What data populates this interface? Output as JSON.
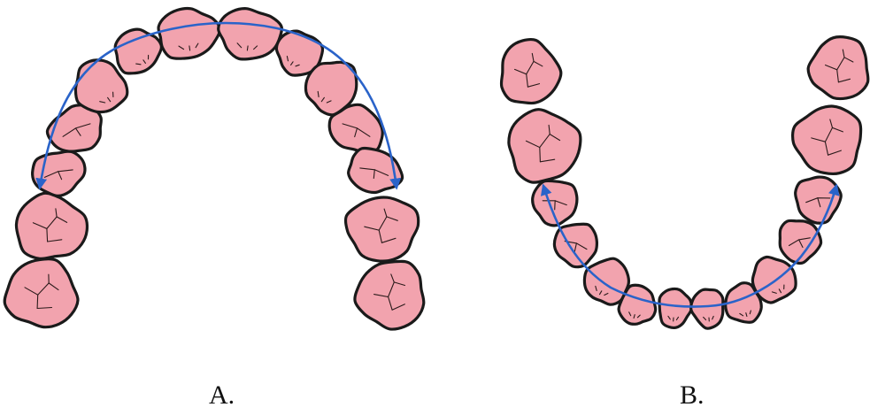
{
  "colors": {
    "tooth_fill": "#f2a3ae",
    "tooth_outline": "#1a1a1a",
    "arch_line": "#2a63c9",
    "background": "#ffffff"
  },
  "panels": [
    {
      "label": "A.",
      "arch": "upper",
      "teeth_count": 14
    },
    {
      "label": "B.",
      "arch": "lower",
      "teeth_count": 14
    }
  ]
}
